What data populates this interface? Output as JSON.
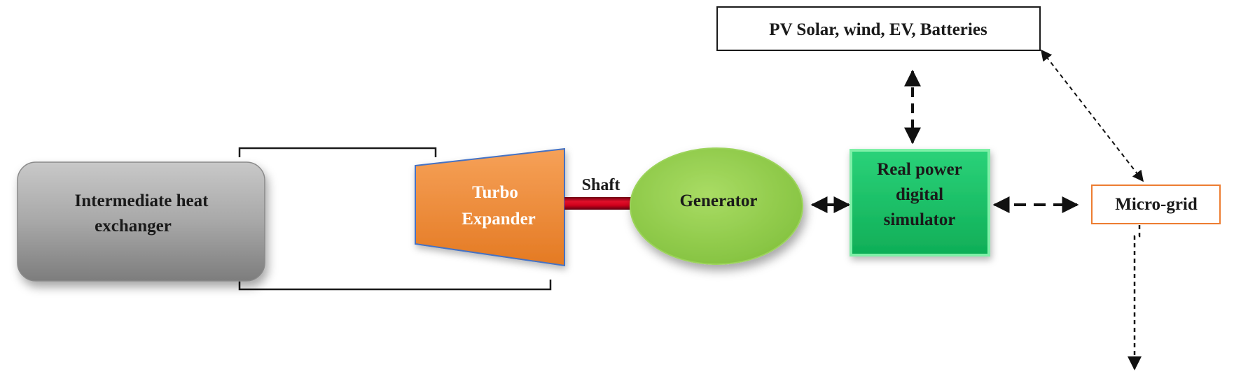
{
  "nodes": {
    "heat_exchanger": {
      "line1": "Intermediate heat",
      "line2": "exchanger",
      "color": "#a6a6a6"
    },
    "turbo_expander": {
      "line1": "Turbo",
      "line2": "Expander",
      "color": "#f08b3c"
    },
    "shaft": {
      "label": "Shaft",
      "color": "#c0001a"
    },
    "generator": {
      "label": "Generator",
      "color": "#92d050"
    },
    "simulator": {
      "line1": "Real power",
      "line2": "digital",
      "line3": "simulator",
      "color": "#1fc56a"
    },
    "renewables": {
      "label": "PV Solar, wind, EV, Batteries"
    },
    "microgrid": {
      "label": "Micro-grid",
      "border_color": "#ed7d31"
    }
  }
}
